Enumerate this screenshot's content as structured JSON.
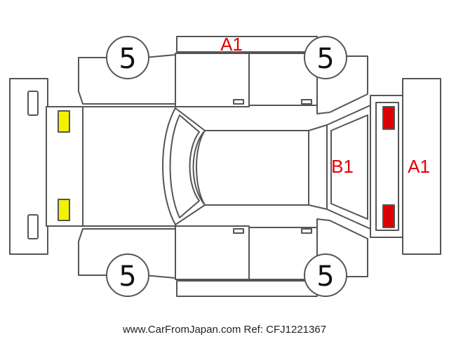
{
  "colors": {
    "stroke": "#555555",
    "damage_text": "#e00000",
    "light_front": "#f2f200",
    "light_rear": "#dd0000"
  },
  "wheels": {
    "front_left": "5",
    "rear_left": "5",
    "front_right": "5",
    "rear_right": "5"
  },
  "grades": {
    "roof_side": "A1",
    "rear_window": "B1",
    "rear_bumper": "A1"
  },
  "footer": "www.CarFromJapan.com Ref: CFJ1221367"
}
